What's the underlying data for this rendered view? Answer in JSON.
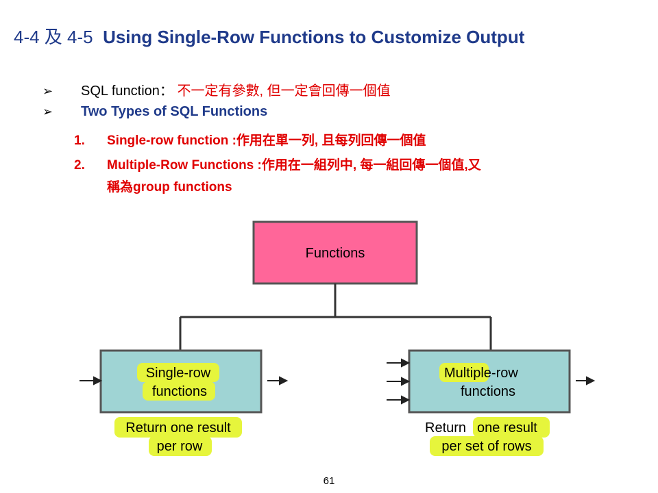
{
  "title": {
    "prefix": "4-4 及 4-5",
    "main": "Using Single-Row Functions to Customize Output"
  },
  "bullets": [
    {
      "prefix": "SQL function： ",
      "highlight": "不一定有參數, 但一定會回傳一個值"
    },
    {
      "text": "Two Types of SQL Functions"
    }
  ],
  "numbered": [
    {
      "num": "1.",
      "text": "Single-row function :作用在單一列, 且每列回傳一個值"
    },
    {
      "num": "2.",
      "text": "Multiple-Row Functions :作用在一組列中, 每一組回傳一個值,又",
      "continuation": "稱為group functions"
    }
  ],
  "diagram": {
    "root_label": "Functions",
    "single_line1": "Single-row",
    "single_line2": "functions",
    "multi_line1_hl": "Multip",
    "multi_line1_rest": "le-row",
    "multi_line2": "functions",
    "single_caption1": "Return one result",
    "single_caption2": "per row",
    "multi_caption1_plain": "Return",
    "multi_caption1_hl": "one result",
    "multi_caption2": "per set of rows",
    "colors": {
      "root_fill": "#ff6699",
      "child_fill": "#9fd4d4",
      "highlight": "#e6f53c",
      "title": "#1f3a8a",
      "accent_red": "#e00000"
    }
  },
  "page_number": "61"
}
